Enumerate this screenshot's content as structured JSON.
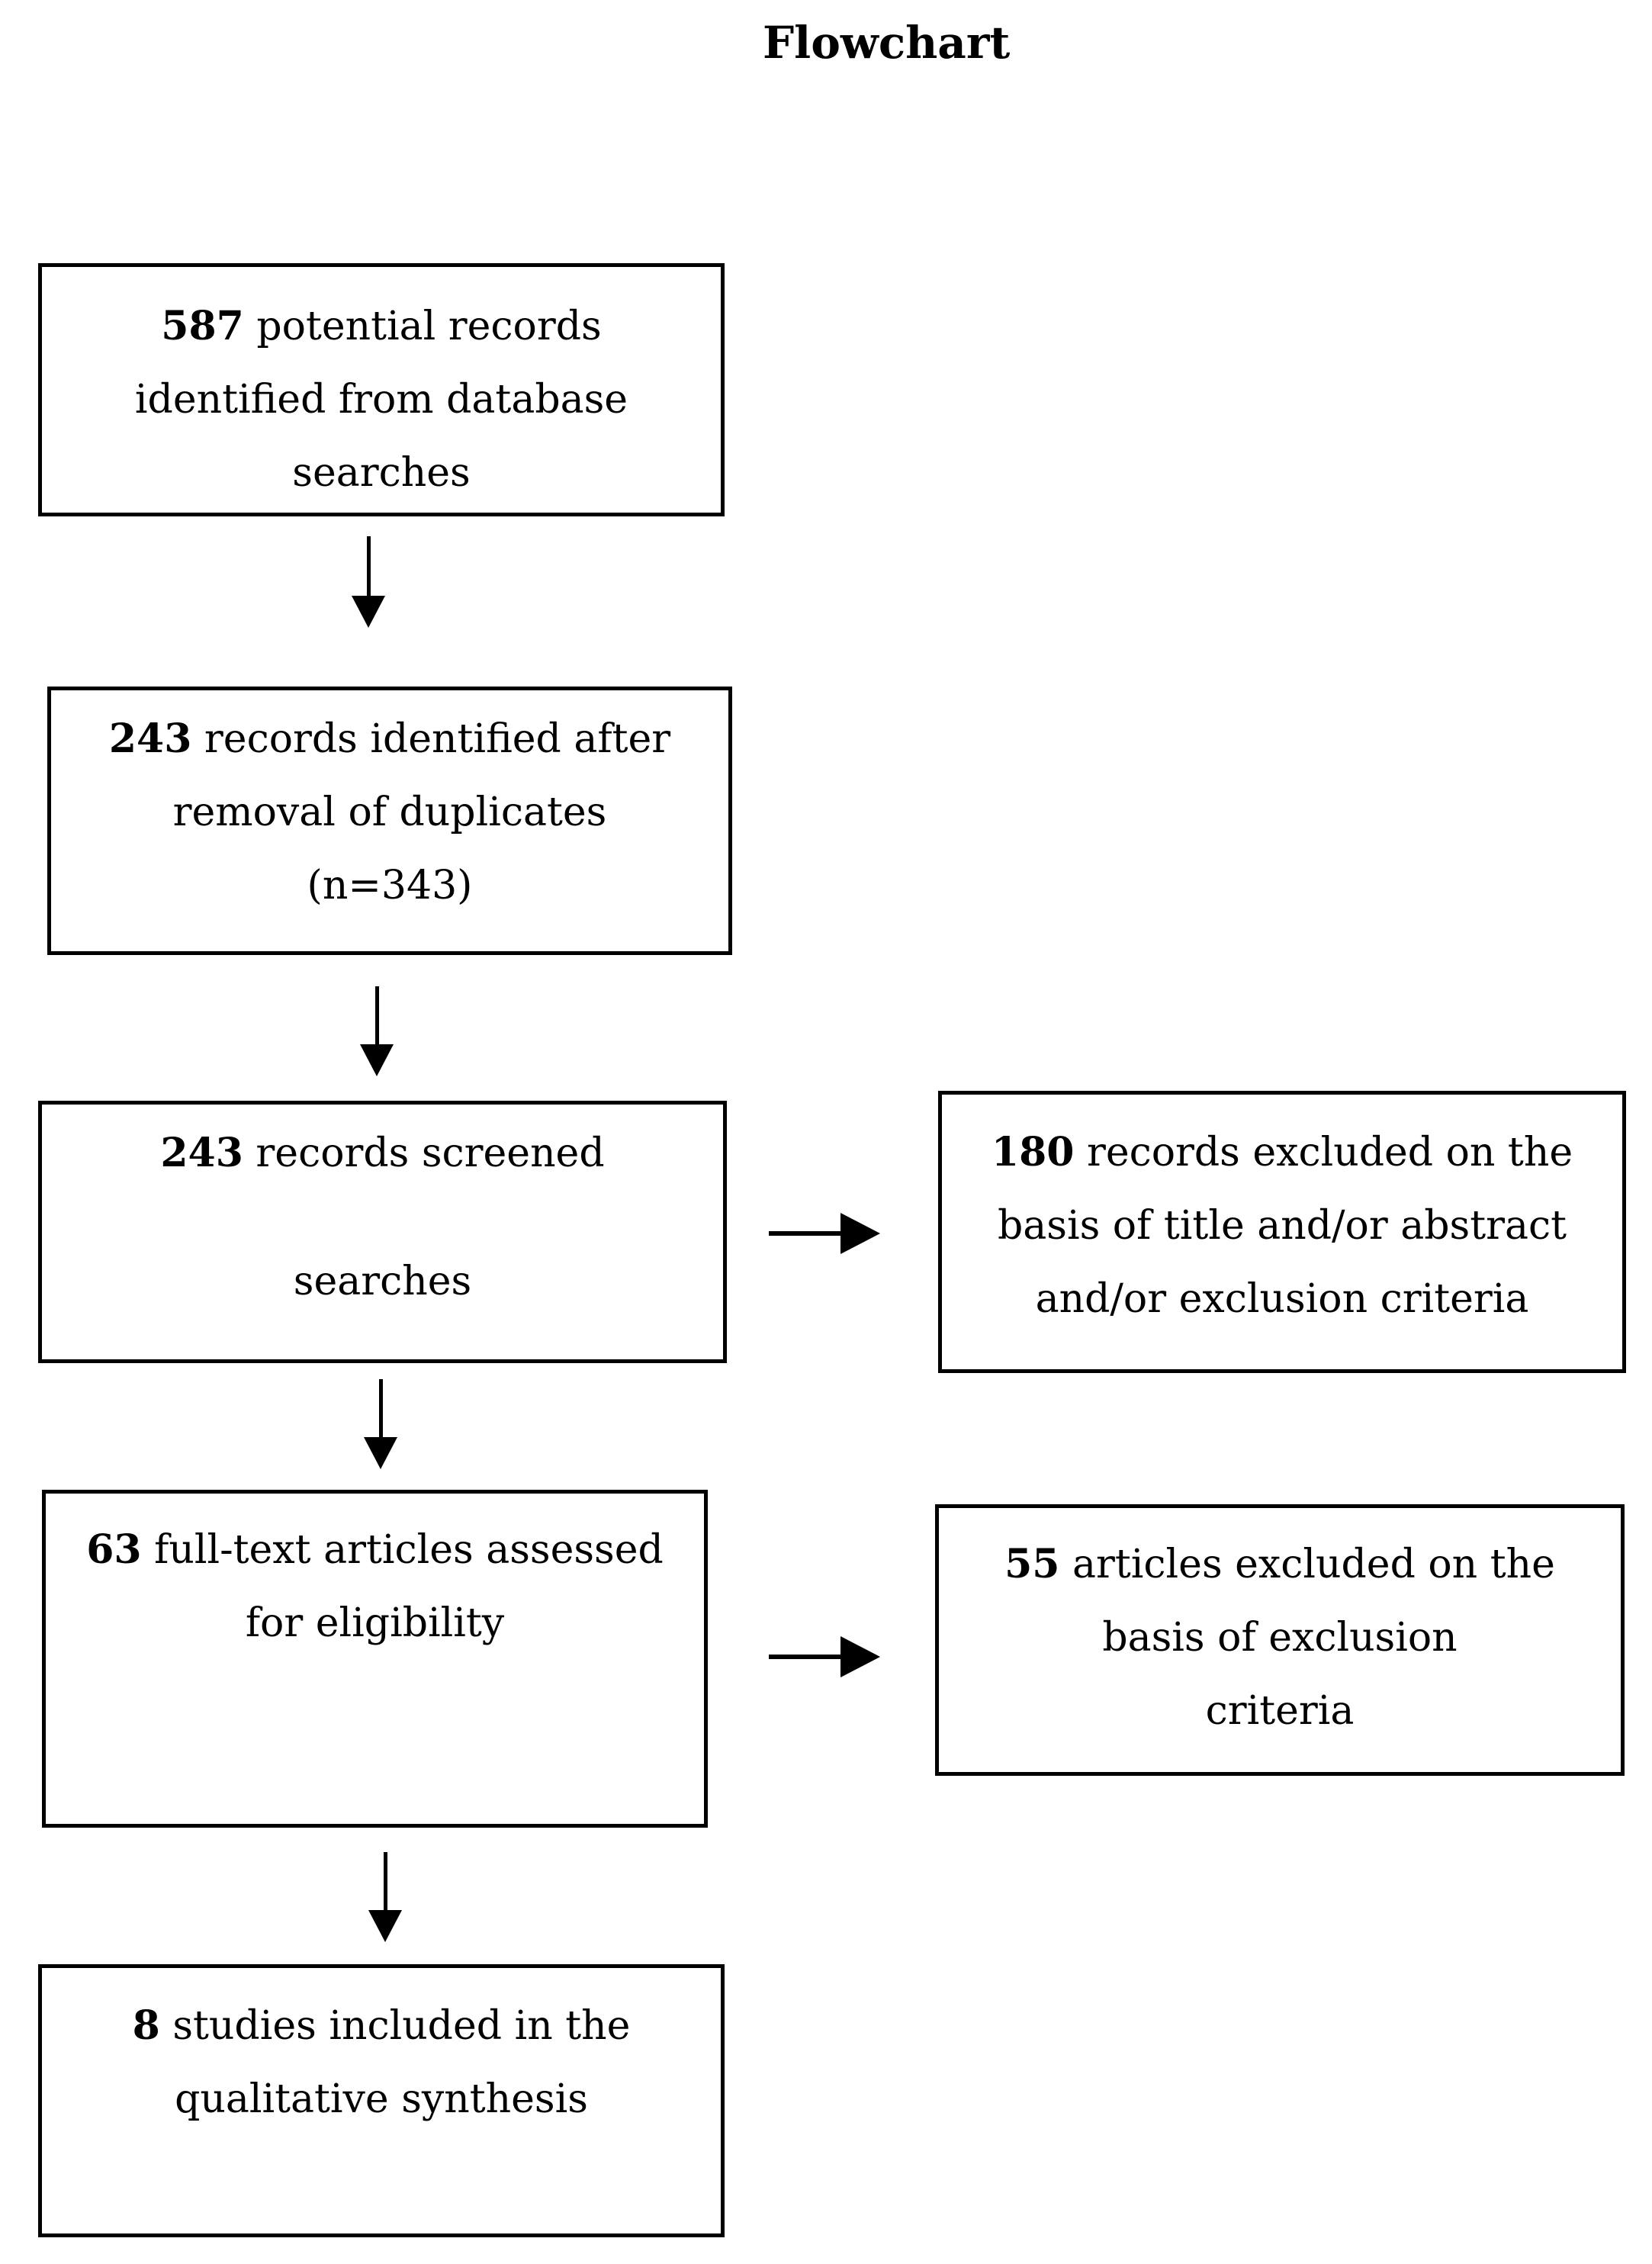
{
  "title": "Flowchart",
  "boxes": {
    "identified": {
      "num": "587",
      "line1_rest": " potential records",
      "line2": "identified from database",
      "line3": "searches"
    },
    "dedup": {
      "num": "243",
      "line1_rest": " records identified after",
      "line2": "removal of duplicates",
      "line3": "(n=343)"
    },
    "screened": {
      "num": "243",
      "line1_rest": " records screened",
      "line2": "",
      "line3": "searches"
    },
    "fulltext": {
      "num": "63",
      "line1_rest": " full-text articles assessed",
      "line2": "for eligibility"
    },
    "included": {
      "num": "8",
      "line1_rest": " studies included in the",
      "line2": "qualitative synthesis"
    },
    "excluded_screening": {
      "num": "180",
      "line1_rest": " records excluded on the",
      "line2": "basis of title and/or abstract",
      "line3": "and/or exclusion criteria"
    },
    "excluded_fulltext": {
      "num": "55",
      "line1_rest": " articles excluded on the",
      "line2": "basis of exclusion",
      "line3": "criteria"
    }
  }
}
